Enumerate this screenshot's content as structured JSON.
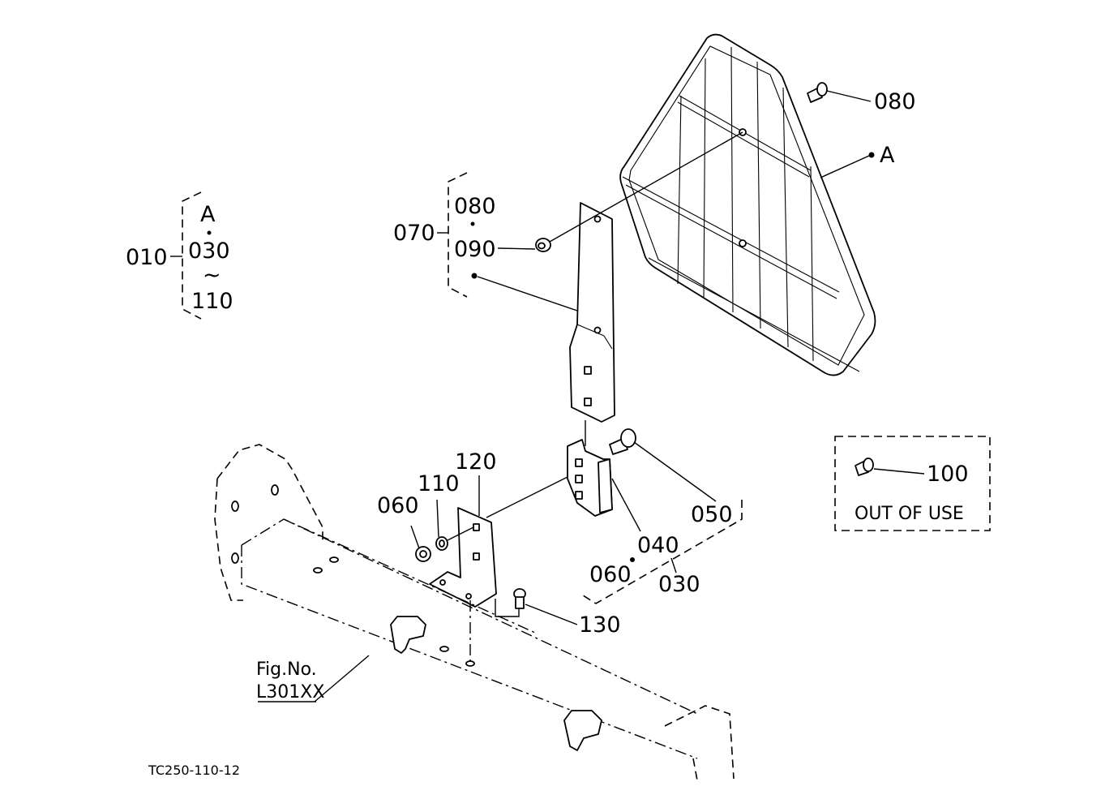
{
  "callouts": {
    "c010": "010",
    "c030_group": "030",
    "c110_group": "110",
    "a_group": "A",
    "tilde": "~",
    "c070": "070",
    "c080_group": "080",
    "c090": "090",
    "c080": "080",
    "a_label": "A",
    "c120": "120",
    "c110": "110",
    "c060": "060",
    "c050": "050",
    "c040": "040",
    "c060b": "060",
    "c030": "030",
    "c130": "130",
    "c100": "100"
  },
  "notes": {
    "out_of_use": "OUT OF USE",
    "fig_no": "Fig.No.",
    "fig_ref": "L301XX",
    "drawing_id": "TC250-110-12"
  }
}
